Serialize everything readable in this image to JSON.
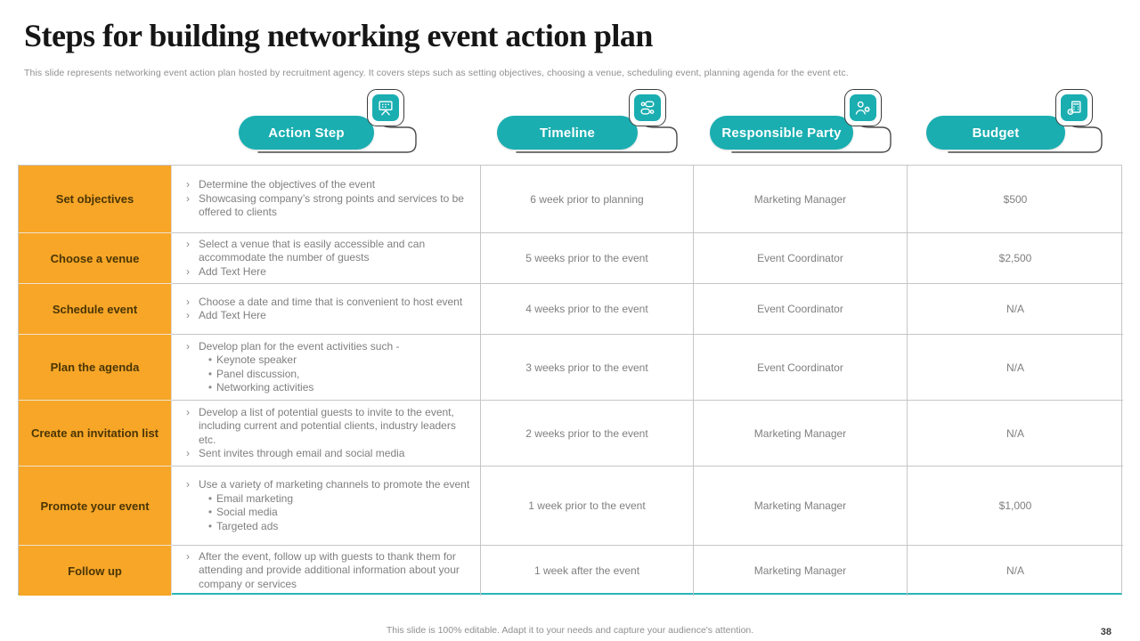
{
  "slide": {
    "title": "Steps for building networking event action plan",
    "subtitle": "This slide represents networking event action plan hosted by recruitment agency. It covers steps such as setting objectives, choosing a venue, scheduling event, planning agenda for the event etc.",
    "footer": "This slide is 100% editable.  Adapt it to your needs and capture your audience's attention.",
    "page_number": "38"
  },
  "colors": {
    "teal_accent": "#1AAEB1",
    "orange_accent": "#F7A627",
    "step_label_text": "#4A3506",
    "body_text": "#7F7F7F",
    "table_border": "#C6C6C6",
    "table_bottom_border": "#2AB5B6",
    "title_text": "#161616"
  },
  "header": {
    "columns": [
      {
        "label": "Action Step",
        "icon": "presentation-board-icon"
      },
      {
        "label": "Timeline",
        "icon": "process-flow-icon"
      },
      {
        "label": "Responsible Party",
        "icon": "person-gear-icon"
      },
      {
        "label": "Budget",
        "icon": "calculator-money-icon"
      }
    ]
  },
  "table": {
    "bullet_marker": "›",
    "sub_marker": "•",
    "rows": [
      {
        "step": "Set objectives",
        "details": [
          {
            "text": "Determine the objectives of the event",
            "sub": []
          },
          {
            "text": "Showcasing company’s strong points and services to be offered to clients",
            "sub": []
          }
        ],
        "timeline": "6 week prior to planning",
        "responsible": "Marketing Manager",
        "budget": "$500"
      },
      {
        "step": "Choose a venue",
        "details": [
          {
            "text": "Select a venue that is easily accessible and can accommodate the number of guests",
            "sub": []
          },
          {
            "text": "Add Text Here",
            "sub": []
          }
        ],
        "timeline": "5 weeks prior to the event",
        "responsible": "Event Coordinator",
        "budget": "$2,500"
      },
      {
        "step": "Schedule event",
        "details": [
          {
            "text": "Choose a date and time that is convenient to host event",
            "sub": []
          },
          {
            "text": "Add Text Here",
            "sub": []
          }
        ],
        "timeline": "4 weeks prior to the event",
        "responsible": "Event Coordinator",
        "budget": "N/A"
      },
      {
        "step": "Plan the agenda",
        "details": [
          {
            "text": "Develop plan for the event activities such -",
            "sub": [
              "Keynote speaker",
              "Panel discussion,",
              "Networking activities"
            ]
          }
        ],
        "timeline": "3 weeks prior to the event",
        "responsible": "Event Coordinator",
        "budget": "N/A"
      },
      {
        "step": "Create an invitation list",
        "details": [
          {
            "text": "Develop a list of potential guests to invite to the event, including current and potential clients, industry leaders etc.",
            "sub": []
          },
          {
            "text": "Sent invites through email and social media",
            "sub": []
          }
        ],
        "timeline": "2 weeks prior to the event",
        "responsible": "Marketing Manager",
        "budget": "N/A"
      },
      {
        "step": "Promote your event",
        "details": [
          {
            "text": "Use a variety of marketing channels to promote the event",
            "sub": [
              "Email marketing",
              "Social media",
              "Targeted ads"
            ]
          }
        ],
        "timeline": "1 week prior to the event",
        "responsible": "Marketing Manager",
        "budget": "$1,000"
      },
      {
        "step": "Follow up",
        "details": [
          {
            "text": "After the event, follow up with guests to thank them for attending and provide additional information about your company or services",
            "sub": []
          }
        ],
        "timeline": "1 week after the event",
        "responsible": "Marketing Manager",
        "budget": "N/A"
      }
    ]
  }
}
